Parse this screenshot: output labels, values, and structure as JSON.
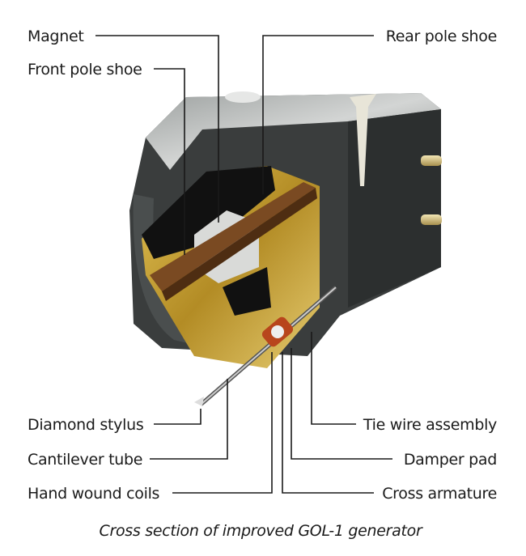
{
  "labels": {
    "magnet": "Magnet",
    "front_pole_shoe": "Front pole shoe",
    "rear_pole_shoe": "Rear pole shoe",
    "diamond_stylus": "Diamond stylus",
    "cantilever_tube": "Cantilever tube",
    "hand_wound_coils": "Hand wound coils",
    "tie_wire_assembly": "Tie wire assembly",
    "damper_pad": "Damper pad",
    "cross_armature": "Cross armature"
  },
  "caption": "Cross section of improved GOL-1 generator",
  "colors": {
    "body_top": "#b9bcbb",
    "body_dark": "#3a3d3d",
    "brass": "#c9a63a",
    "brown_bar": "#7a4a22",
    "pins": "#d8c48a"
  }
}
